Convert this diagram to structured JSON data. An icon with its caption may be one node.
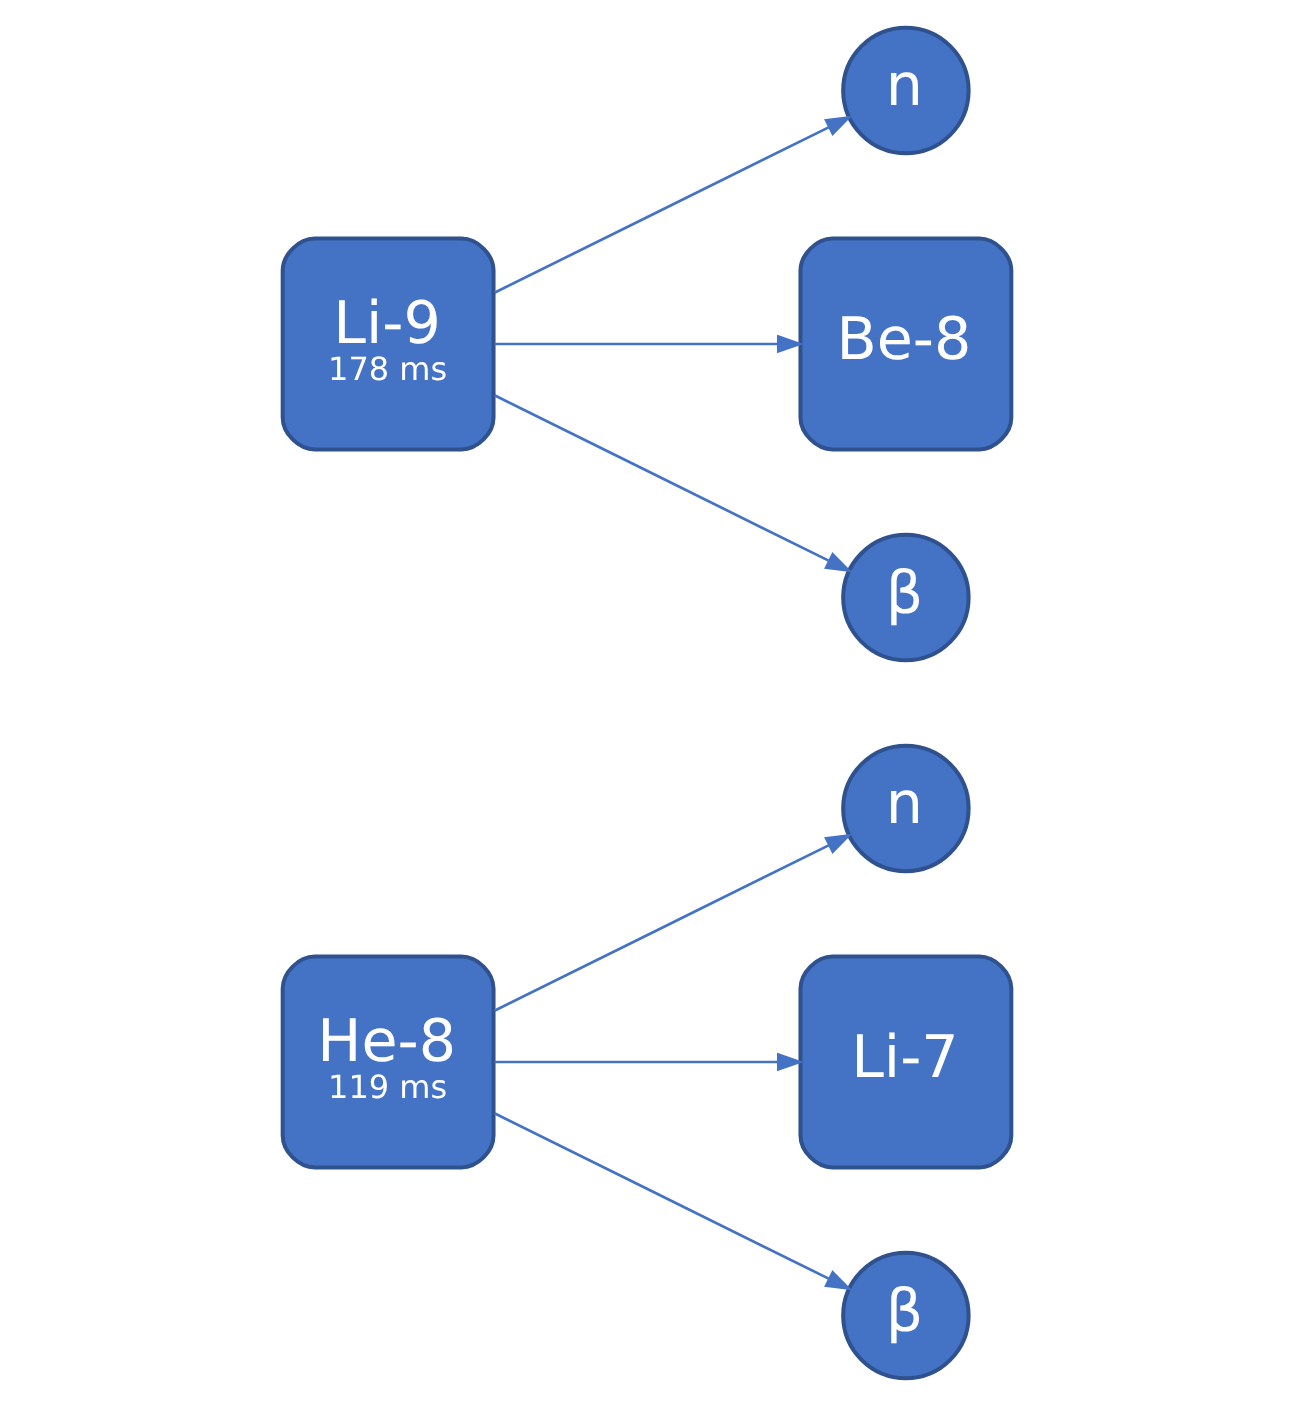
{
  "diagram": {
    "nodes": [
      {
        "text": [
          "He-8",
          "119 ms"
        ]
      },
      {
        "text": [
          "n"
        ]
      },
      {
        "text": [
          "Li-7"
        ]
      },
      {
        "text": [
          "β"
        ]
      },
      {
        "text": [
          "Li-9",
          "178 ms"
        ]
      },
      {
        "text": [
          "n"
        ]
      },
      {
        "text": [
          "Be-8"
        ]
      },
      {
        "text": [
          "β"
        ]
      }
    ],
    "edges": [
      {
        "from": 0,
        "to": 1,
        "arrow": "to"
      },
      {
        "from": 0,
        "to": 2,
        "arrow": "to"
      },
      {
        "from": 0,
        "to": 3,
        "arrow": "to"
      },
      {
        "from": 4,
        "to": 5,
        "arrow": "to"
      },
      {
        "from": 4,
        "to": 6,
        "arrow": "to"
      },
      {
        "from": 4,
        "to": 7,
        "arrow": "to"
      }
    ]
  }
}
